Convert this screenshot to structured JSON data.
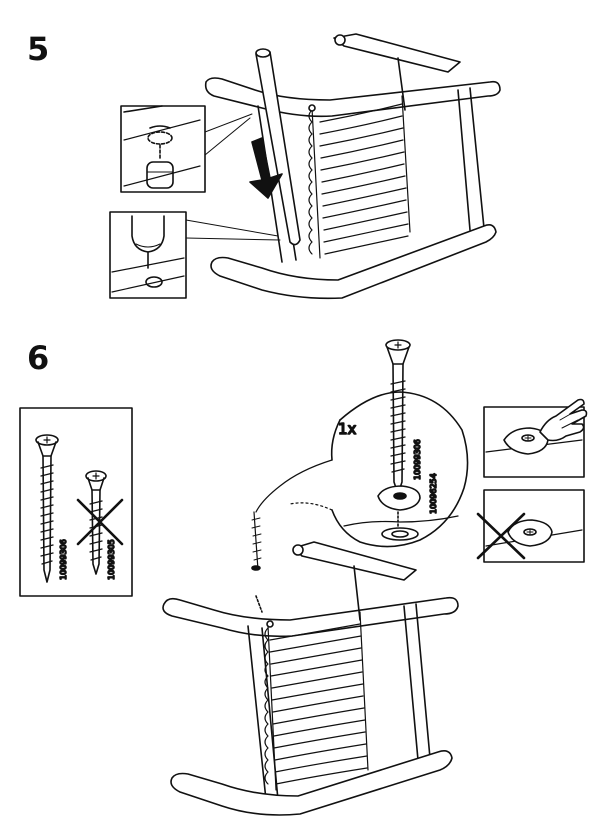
{
  "steps": [
    {
      "number": "5"
    },
    {
      "number": "6"
    }
  ],
  "step6": {
    "quantity": "1x",
    "screw_part_correct": "10099306",
    "screw_part_wrong": "10099305",
    "callout_screw_part": "10099306",
    "callout_washer_part": "10096254"
  },
  "icons": {
    "down_arrow": "down-arrow-icon",
    "wrong_mark": "cross-icon",
    "hand": "hand-icon"
  }
}
